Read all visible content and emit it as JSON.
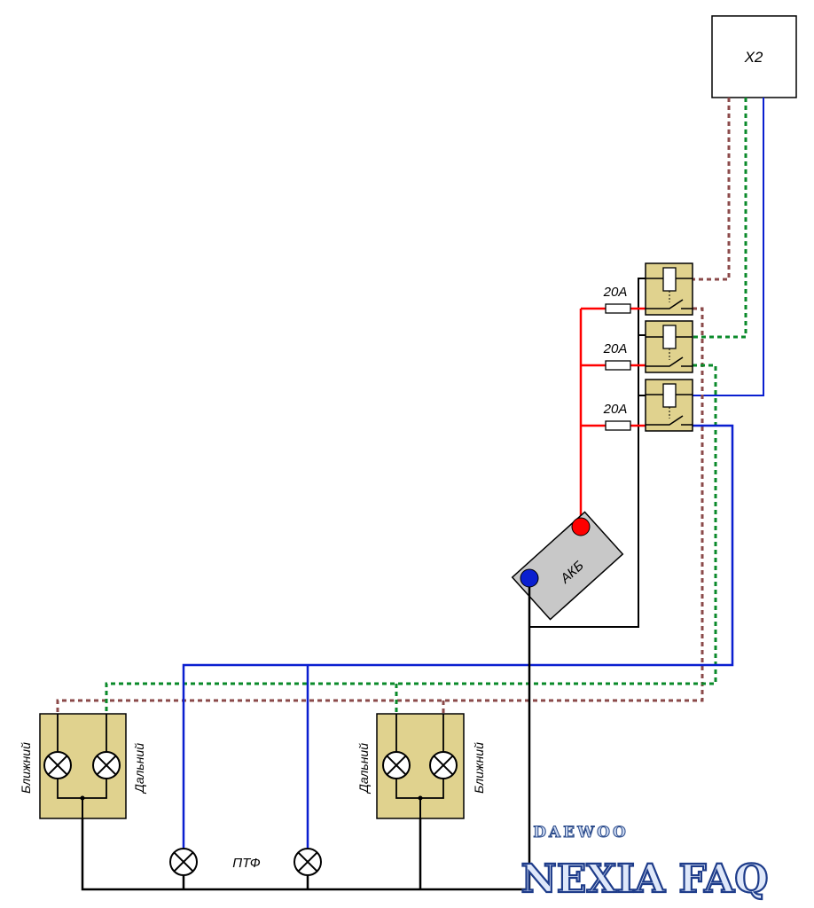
{
  "connector": {
    "label": "X2"
  },
  "fuses": [
    {
      "label": "20A"
    },
    {
      "label": "20A"
    },
    {
      "label": "20A"
    }
  ],
  "battery": {
    "label": "АКБ"
  },
  "left_headlight": {
    "low_beam_label": "Ближний",
    "high_beam_label": "Дальний"
  },
  "right_headlight": {
    "low_beam_label": "Ближний",
    "high_beam_label": "Дальний"
  },
  "fog_lights": {
    "label": "ПТФ"
  },
  "watermark": {
    "top": "DAEWOO",
    "main": "NEXIA FAQ"
  },
  "colors": {
    "power": "#ff0000",
    "ground": "#000000",
    "low_beam_wire": "#8b4a4a",
    "high_beam_wire": "#0a8a2a",
    "fog_wire": "#0a1fd0",
    "component_fill": "#e0d28e",
    "battery_fill": "#c8c8c8"
  }
}
